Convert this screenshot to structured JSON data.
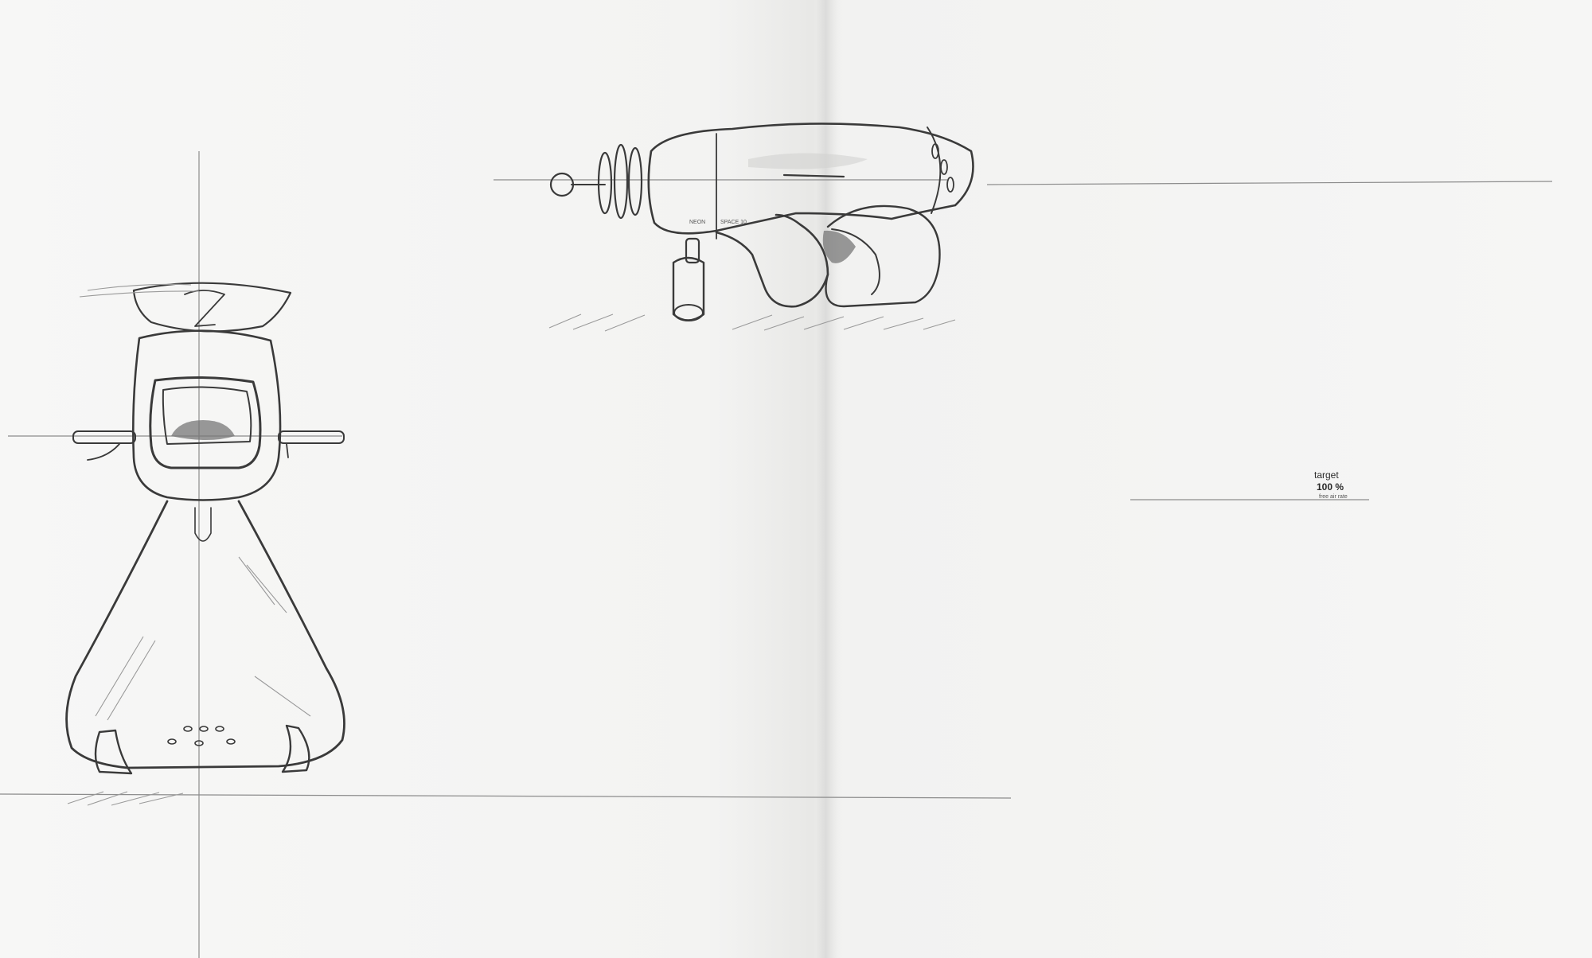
{
  "sketch_page": {
    "gauge": {
      "line1": "target",
      "line2": "100 %",
      "line3": "free air rate"
    },
    "gun_side_labels": {
      "label_a": "NEON",
      "label_b": "SPACE 10"
    },
    "colors": {
      "paper": "#f4f4f3",
      "ink": "#3a3a3a",
      "shading": "#cfcfcd"
    }
  }
}
